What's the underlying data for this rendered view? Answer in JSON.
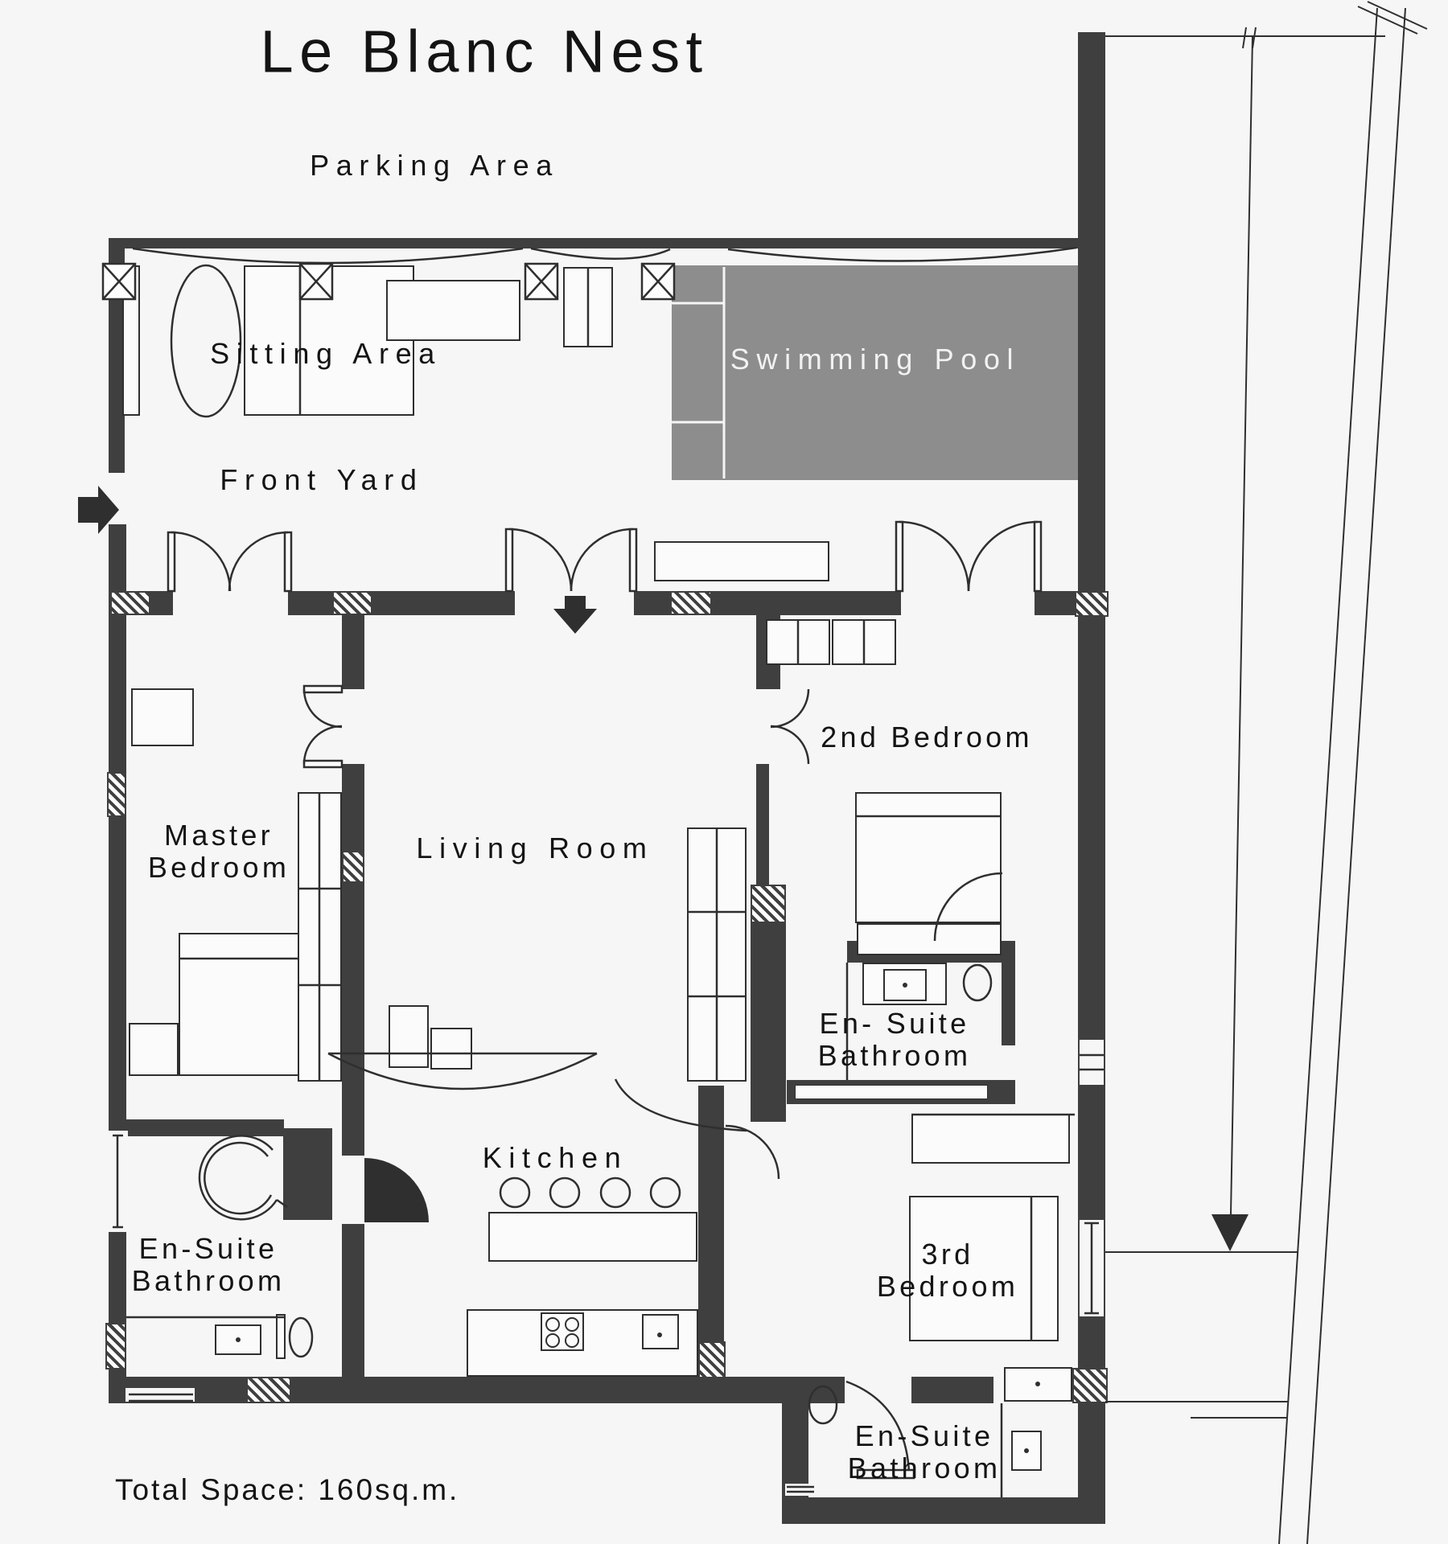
{
  "labels": {
    "title": "Le Blanc Nest",
    "parking_area": "Parking Area",
    "sitting_area": "Sitting Area",
    "swimming_pool": "Swimming Pool",
    "front_yard": "Front Yard",
    "master_l1": "Master",
    "master_l2": "Bedroom",
    "living_room": "Living Room",
    "second_bedroom": "2nd Bedroom",
    "ensuite2_l1": "En- Suite",
    "ensuite2_l2": "Bathroom",
    "kitchen": "Kitchen",
    "ensuite1_l1": "En-Suite",
    "ensuite1_l2": "Bathroom",
    "third_l1": "3rd",
    "third_l2": "Bedroom",
    "ensuite3_l1": "En-Suite",
    "ensuite3_l2": "Bathroom",
    "total_space": "Total Space: 160sq.m."
  },
  "icons": {
    "entry_arrow": "block-arrow-right",
    "main_door_arrow": "block-arrow-down",
    "driveway_arrow": "triangle-arrow-down"
  },
  "colors": {
    "bg": "#f6f6f6",
    "wall": "#3f3f3f",
    "line": "#2f2f2f",
    "pool": "#8d8d8d",
    "pooltext": "#f2f2f2",
    "ink": "#141414"
  }
}
